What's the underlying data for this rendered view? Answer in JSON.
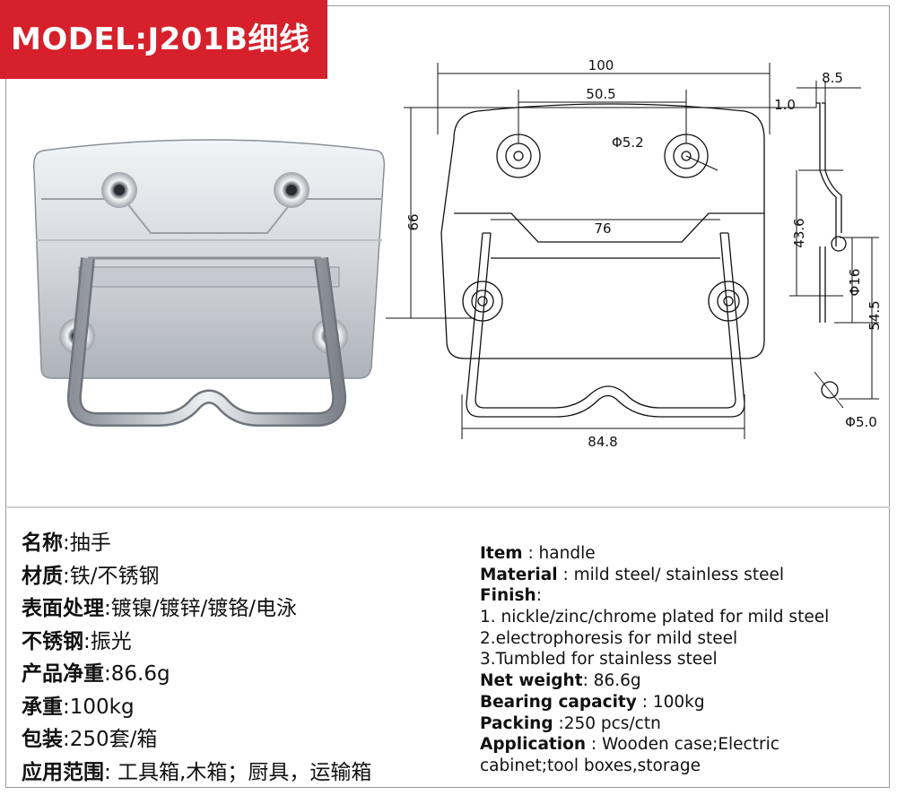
{
  "banner": {
    "model": "MODEL:J201B细线"
  },
  "dimensions": {
    "overall_width": "100",
    "hole_spacing": "50.5",
    "hole_diameter": "Φ5.2",
    "height": "66",
    "inner_width": "76",
    "handle_width": "84.8",
    "depth": "8.5",
    "thickness": "1.0",
    "side_height": "43.6",
    "ring_diameter": "Φ16",
    "side_total": "54.5",
    "wire_diameter": "Φ5.0"
  },
  "cn_specs": [
    {
      "label": "名称",
      "sep": ":",
      "value": "抽手"
    },
    {
      "label": "材质",
      "sep": ":",
      "value": "铁/不锈钢"
    },
    {
      "label": "表面处理",
      "sep": ":",
      "value": "镀镍/镀锌/镀铬/电泳"
    },
    {
      "label": "不锈钢",
      "sep": ":",
      "value": "振光"
    },
    {
      "label": "产品净重",
      "sep": ":",
      "value": "86.6g"
    },
    {
      "label": "承重",
      "sep": ":",
      "value": "100kg"
    },
    {
      "label": "包装",
      "sep": ":",
      "value": "250套/箱"
    },
    {
      "label": "应用范围",
      "sep": ":",
      "value": " 工具箱,木箱；厨具，运输箱"
    }
  ],
  "en_specs": [
    {
      "label": "Item",
      "value": " : handle"
    },
    {
      "label": "Material",
      "value": " : mild steel/ stainless steel"
    },
    {
      "label": "Finish",
      "value": ":"
    },
    {
      "label": "",
      "value": "1. nickle/zinc/chrome plated for mild steel"
    },
    {
      "label": "",
      "value": "2.electrophoresis for mild steel"
    },
    {
      "label": "",
      "value": "3.Tumbled for stainless steel"
    },
    {
      "label": "Net weight",
      "value": ": 86.6g"
    },
    {
      "label": "Bearing capacity",
      "value": " : 100kg"
    },
    {
      "label": "Packing",
      "value": "  :250 pcs/ctn"
    },
    {
      "label": "Application",
      "value": " : Wooden case;Electric"
    },
    {
      "label": "",
      "value": "cabinet;tool boxes,storage"
    }
  ]
}
